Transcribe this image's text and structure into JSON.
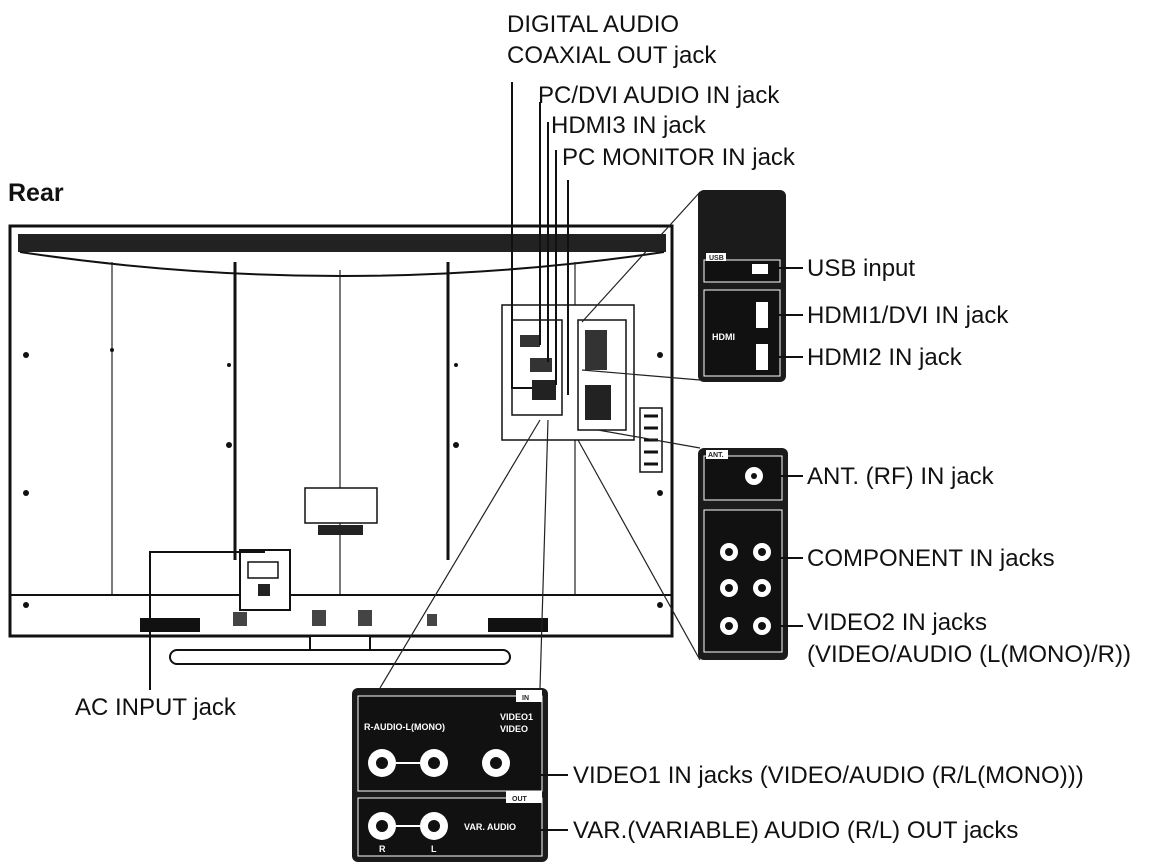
{
  "heading": "Rear",
  "labels": {
    "digital_audio_line1": "DIGITAL AUDIO",
    "digital_audio_line2": "COAXIAL OUT jack",
    "pc_dvi_audio": "PC/DVI AUDIO IN jack",
    "hdmi3": "HDMI3 IN jack",
    "pc_monitor": "PC MONITOR IN jack",
    "usb": "USB input",
    "hdmi1": "HDMI1/DVI IN jack",
    "hdmi2": "HDMI2 IN jack",
    "ant": "ANT. (RF) IN jack",
    "component": "COMPONENT IN jacks",
    "video2_line1": "VIDEO2 IN jacks",
    "video2_line2": "(VIDEO/AUDIO (L(MONO)/R))",
    "ac_input": "AC INPUT jack",
    "video1": "VIDEO1 IN jacks (VIDEO/AUDIO (R/L(MONO)))",
    "var_audio": "VAR.(VARIABLE) AUDIO (R/L) OUT jacks"
  },
  "panel_text": {
    "in_tag": "IN",
    "out_tag": "OUT",
    "r_audio_l_mono": "R-AUDIO-L(MONO)",
    "video1_line1": "VIDEO1",
    "video1_line2": "VIDEO",
    "var_audio": "VAR. AUDIO",
    "r": "R",
    "l": "L",
    "usb_tag": "USB",
    "ant_tag": "ANT.",
    "hdmi_logo": "HDMI"
  }
}
